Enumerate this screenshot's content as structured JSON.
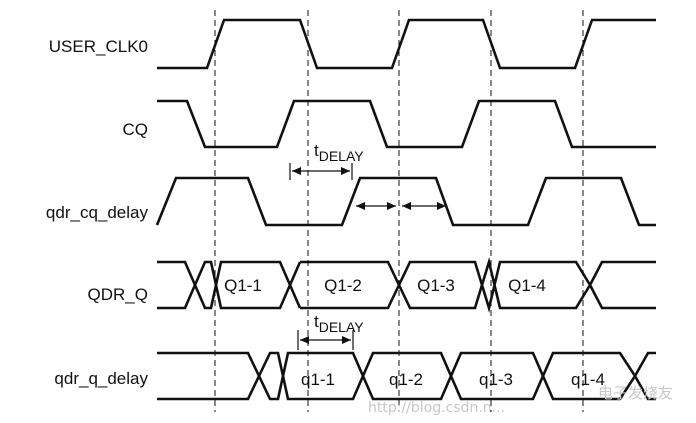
{
  "signals": {
    "user_clk0": "USER_CLK0",
    "cq": "CQ",
    "qdr_cq_delay": "qdr_cq_delay",
    "qdr_q": "QDR_Q",
    "qdr_q_delay": "qdr_q_delay"
  },
  "delay_label": {
    "t": "t",
    "sub": "DELAY"
  },
  "qdr_q_words": [
    "Q1-1",
    "Q1-2",
    "Q1-3",
    "Q1-4"
  ],
  "qdr_q_delay_words": [
    "q1-1",
    "q1-2",
    "q1-3",
    "q1-4"
  ],
  "watermark": "http://blog.csdn.n...",
  "watermark_logo": "电子发烧友"
}
